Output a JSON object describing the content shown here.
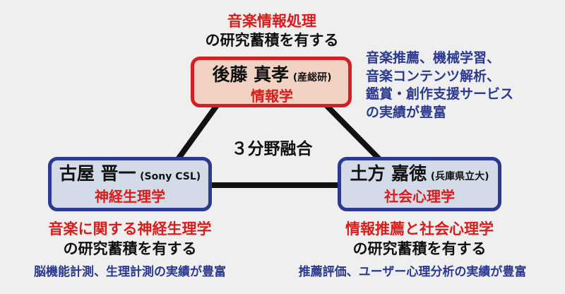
{
  "center_label": "３分野融合",
  "colors": {
    "red": "#d91c1c",
    "blue": "#2b3990",
    "top_fill": "#f2d3c3",
    "side_fill": "#d3dbe8"
  },
  "top": {
    "headline": "音楽情報処理",
    "headline2": "の研究蓄積を有する",
    "name": "後藤 真孝",
    "affiliation": "(産総研)",
    "field": "情報学",
    "achievements": [
      "音楽推薦、機械学習、",
      "音楽コンテンツ解析、",
      "鑑賞・創作支援サービス",
      "の実績が豊富"
    ]
  },
  "left": {
    "name": "古屋 晋一",
    "affiliation": "(Sony CSL)",
    "field": "神経生理学",
    "headline": "音楽に関する神経生理学",
    "headline2": "の研究蓄積を有する",
    "achievements": "脳機能計測、生理計測の実績が豊富"
  },
  "right": {
    "name": "土方 嘉徳",
    "affiliation": "(兵庫県立大)",
    "field": "社会心理学",
    "headline": "情報推薦と社会心理学",
    "headline2": "の研究蓄積を有する",
    "achievements": "推薦評価、ユーザー心理分析の実績が豊富"
  }
}
